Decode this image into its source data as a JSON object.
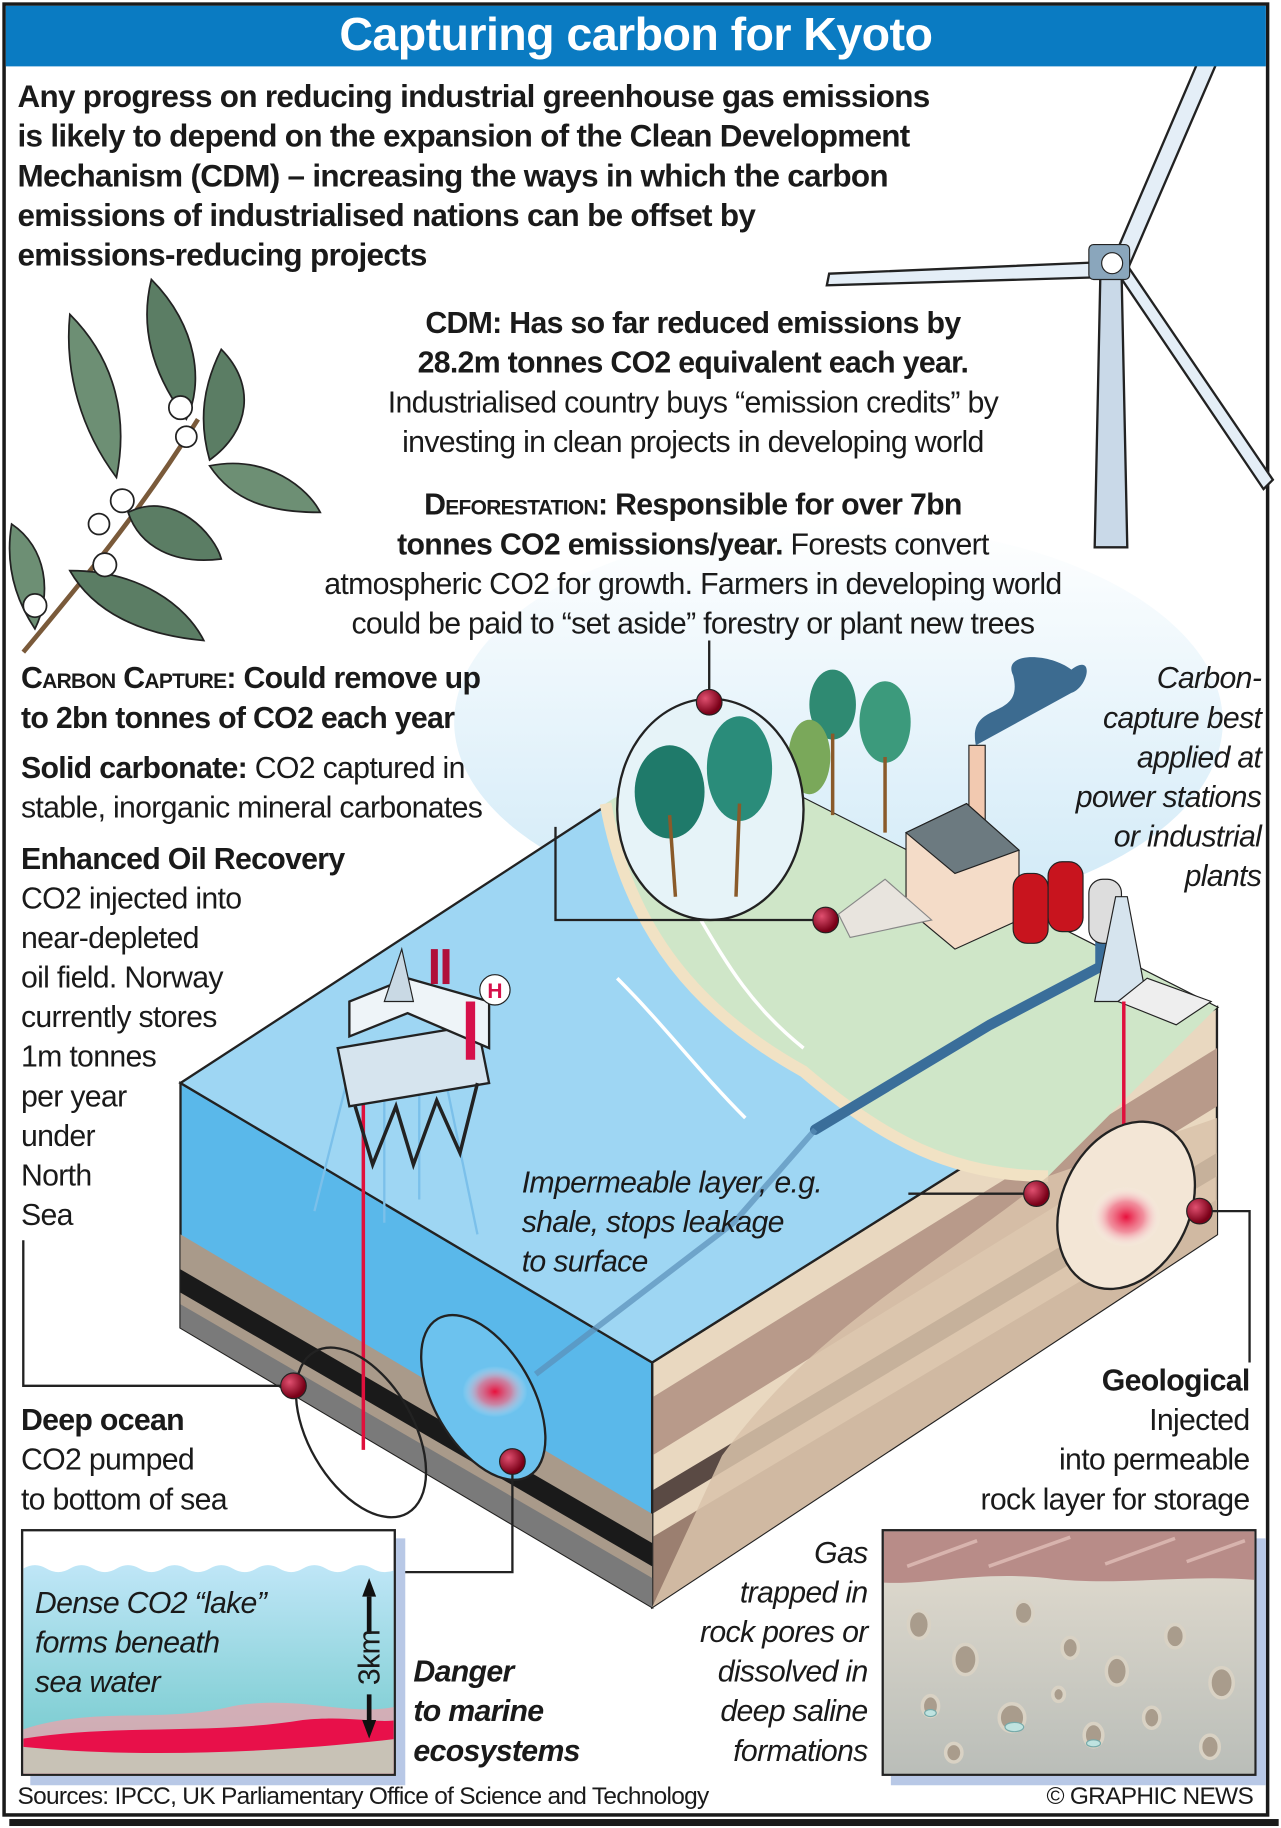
{
  "title": "Capturing carbon for Kyoto",
  "intro": [
    "Any progress on reducing industrial greenhouse gas emissions",
    "is likely to depend on the expansion of the Clean Development",
    "Mechanism (CDM) – increasing the ways in which the carbon",
    "emissions of industrialised nations can be offset by",
    "emissions-reducing projects"
  ],
  "cdm": {
    "bold": [
      "CDM: Has so far reduced emissions by",
      "28.2m tonnes CO2 equivalent each year."
    ],
    "text": [
      "Industrialised country buys “emission credits” by",
      "investing in clean projects in developing world"
    ]
  },
  "deforestation": {
    "heading": "Deforestation:",
    "bold1": "Responsible for over 7bn",
    "bold2": "tonnes CO2 emissions/year.",
    "text2": "Forests convert",
    "text": [
      "atmospheric CO2 for growth. Farmers in developing world",
      "could be paid to “set aside” forestry or plant new trees"
    ]
  },
  "carbon_capture": {
    "heading": "Carbon Capture:",
    "bold1": "Could remove up",
    "bold2": "to 2bn tonnes of CO2 each year"
  },
  "solid_carbonate": {
    "heading": "Solid carbonate:",
    "text1": "CO2 captured in",
    "text2": "stable, inorganic mineral carbonates"
  },
  "eor": {
    "heading": "Enhanced Oil Recovery",
    "lines": [
      "CO2 injected into",
      "near-depleted",
      "oil field. Norway",
      "currently stores",
      "1m tonnes",
      "per year",
      "under",
      "North",
      "Sea"
    ]
  },
  "carbon_capture_note": [
    "Carbon-",
    "capture best",
    "applied at",
    "power stations",
    "or industrial",
    "plants"
  ],
  "impermeable": [
    "Impermeable layer, e.g.",
    "shale, stops leakage",
    "to surface"
  ],
  "geological": {
    "heading": "Geological",
    "lines": [
      "Injected",
      "into permeable",
      "rock layer for storage"
    ]
  },
  "deep_ocean": {
    "heading": "Deep ocean",
    "lines": [
      "CO2 pumped",
      "to bottom of sea"
    ]
  },
  "lake_inset": {
    "lines": [
      "Dense CO2 “lake”",
      "forms beneath",
      "sea water"
    ],
    "depth": "3km"
  },
  "danger": [
    "Danger",
    "to marine",
    "ecosystems"
  ],
  "gas_trapped": [
    "Gas",
    "trapped in",
    "rock pores or",
    "dissolved in",
    "deep saline",
    "formations"
  ],
  "platform_label": "H",
  "sources": "Sources: IPCC, UK Parliamentary Office of Science and Technology",
  "credit": "© GRAPHIC NEWS",
  "colors": {
    "title_bar": "#0a7bc2",
    "pin": "#9b0b2a",
    "sea": "#8fd0f0",
    "land": "#cfe6c8"
  }
}
